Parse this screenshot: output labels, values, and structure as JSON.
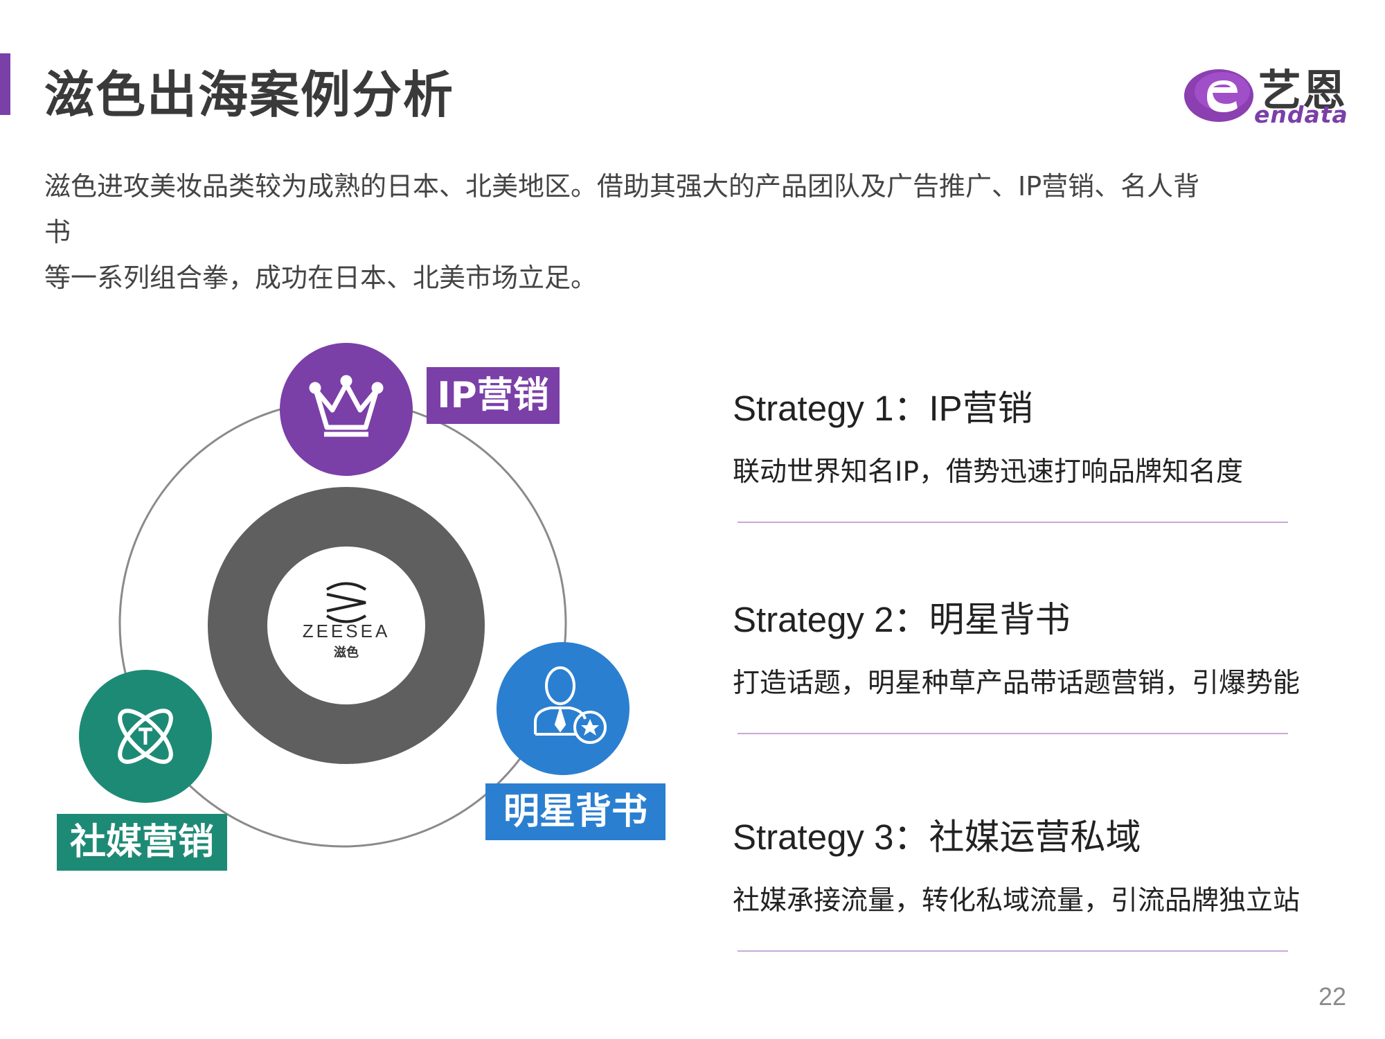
{
  "header": {
    "title": "滋色出海案例分析",
    "accent_color": "#7b3fa8"
  },
  "logo": {
    "cn": "艺恩",
    "en": "endata"
  },
  "intro": {
    "text": "滋色进攻美妆品类较为成熟的日本、北美地区。借助其强大的产品团队及广告推广、IP营销、名人背书\n等一系列组合拳，成功在日本、北美市场立足。"
  },
  "diagram": {
    "center_brand": {
      "name": "ZEESEA",
      "cn": "滋色"
    },
    "nodes": [
      {
        "label": "IP营销",
        "icon": "crown-icon",
        "color": "#7b3fa8"
      },
      {
        "label": "明星背书",
        "icon": "celebrity-icon",
        "color": "#2b7fd0"
      },
      {
        "label": "社媒营销",
        "icon": "atom-icon",
        "color": "#1d8a76"
      }
    ],
    "ring_color": "#5f5f5f"
  },
  "strategies": [
    {
      "title": "Strategy 1：IP营销",
      "desc": "联动世界知名IP，借势迅速打响品牌知名度"
    },
    {
      "title": "Strategy 2：明星背书",
      "desc": "打造话题，明星种草产品带话题营销，引爆势能"
    },
    {
      "title": "Strategy 3：社媒运营私域",
      "desc": "社媒承接流量，转化私域流量，引流品牌独立站"
    }
  ],
  "page_number": "22"
}
